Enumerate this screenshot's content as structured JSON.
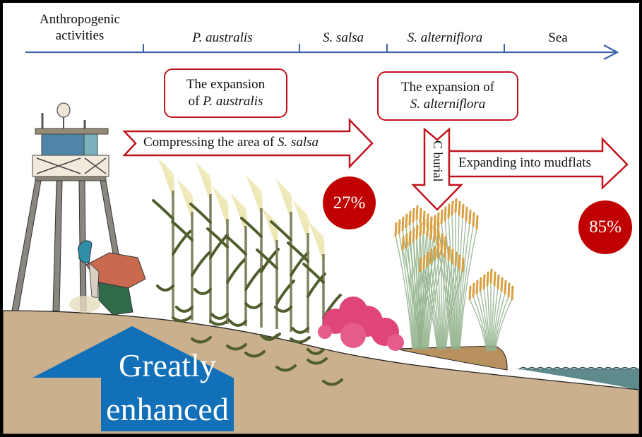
{
  "gradient_axis": {
    "zones": [
      {
        "label_line1": "Anthropogenic",
        "label_line2": "activities",
        "italic": false
      },
      {
        "label": "P. australis",
        "italic": true
      },
      {
        "label": "S. salsa",
        "italic": true
      },
      {
        "label": "S. alterniflora",
        "italic": true
      },
      {
        "label": "Sea",
        "italic": false
      }
    ],
    "color": "#3a63a8"
  },
  "callouts": {
    "p_australis_box": {
      "line1": "The expansion",
      "line2_prefix": "of ",
      "line2_italic": "P. australis"
    },
    "s_alterniflora_box": {
      "line1": "The expansion of",
      "line2_italic": "S. alterniflora"
    }
  },
  "arrows": {
    "compress": {
      "prefix": "Compressing the area of ",
      "italic": "S. salsa"
    },
    "c_burial": {
      "label": "C burial"
    },
    "expand": {
      "label": "Expanding into mudflats"
    },
    "enhanced": {
      "line1": "Greatly",
      "line2": "enhanced"
    }
  },
  "badges": {
    "compress_pct": "27%",
    "expand_pct": "85%"
  },
  "colors": {
    "accent_red": "#c0141c",
    "badge_red": "#c00000",
    "soil": "#cbb08e",
    "mud_bank": "#b8915f",
    "sea": "#5e8a8c",
    "arrow_blue": "#1170b8"
  }
}
